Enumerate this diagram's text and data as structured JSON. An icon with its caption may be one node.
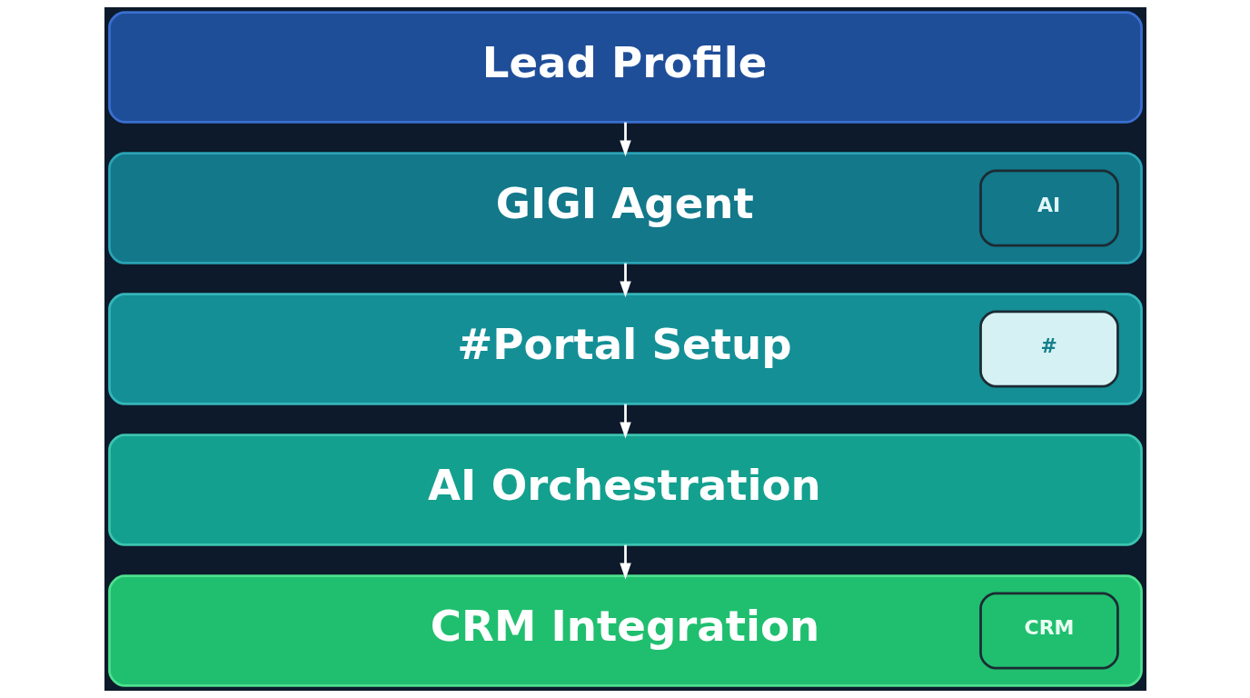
{
  "diagram": {
    "nodes": [
      {
        "text": [
          "Lead Profile"
        ]
      },
      {
        "text": [
          "GIGI Agent",
          "AI"
        ]
      },
      {
        "text": [
          "#Portal Setup",
          "#"
        ]
      },
      {
        "text": [
          "AI Orchestration"
        ]
      },
      {
        "text": [
          "CRM Integration",
          "CRM"
        ]
      }
    ],
    "edges": [
      {
        "from": 0,
        "to": 1,
        "arrow": "to"
      },
      {
        "from": 1,
        "to": 2,
        "arrow": "to"
      },
      {
        "from": 2,
        "to": 3,
        "arrow": "to"
      },
      {
        "from": 3,
        "to": 4,
        "arrow": "to"
      }
    ]
  }
}
